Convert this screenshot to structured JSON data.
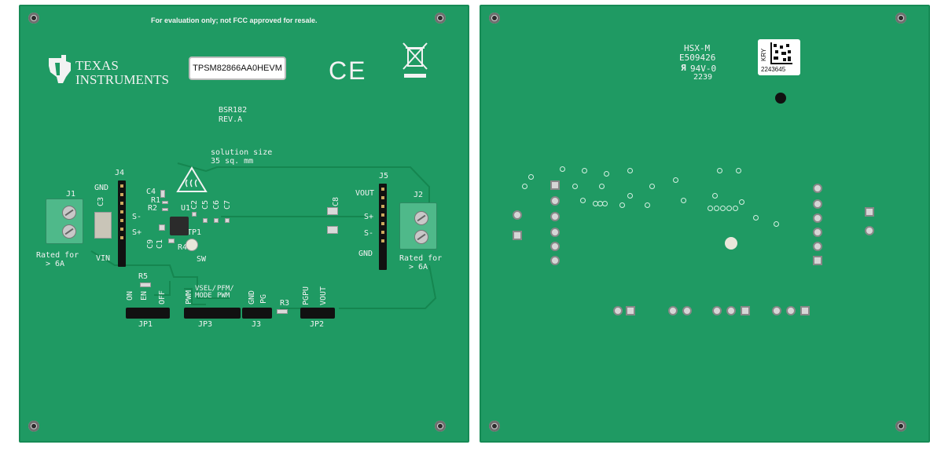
{
  "front": {
    "header_note": "For evaluation only; not FCC approved for resale.",
    "logo_line1": "TEXAS",
    "logo_line2": "INSTRUMENTS",
    "sticker": "TPSM82866AA0HEVM",
    "ce_mark": "CE",
    "board_id": "BSR182",
    "revision": "REV.A",
    "solution_size_1": "solution size",
    "solution_size_2": "35 sq. mm",
    "refs": {
      "j1": "J1",
      "j2": "J2",
      "j3": "J3",
      "j4": "J4",
      "j5": "J5",
      "c1": "C1",
      "c2": "C2",
      "c3": "C3",
      "c4": "C4",
      "c5": "C5",
      "c6": "C6",
      "c7": "C7",
      "c8": "C8",
      "c9": "C9",
      "r1": "R1",
      "r2": "R2",
      "r3": "R3",
      "r4": "R4",
      "r5": "R5",
      "u1": "U1",
      "tp1": "TP1",
      "sw": "SW",
      "jp1": "JP1",
      "jp2": "JP2",
      "jp3": "JP3"
    },
    "pins": {
      "gnd_left": "GND",
      "s_minus_left": "S-",
      "s_plus_left": "S+",
      "vin": "VIN",
      "vout_right": "VOUT",
      "s_plus_right": "S+",
      "s_minus_right": "S-",
      "gnd_right": "GND",
      "on": "ON",
      "en": "EN",
      "off": "OFF",
      "pwm": "PWM",
      "vsel_mode": "VSEL/\nMODE",
      "pfm_pwm": "PFM/\nPWM",
      "gnd_j3": "GND",
      "pg": "PG",
      "pgpu": "PGPU",
      "vout_jp2": "VOUT"
    },
    "rated_left_1": "Rated for",
    "rated_left_2": "> 6A",
    "rated_right_1": "Rated for",
    "rated_right_2": "> 6A"
  },
  "back": {
    "mfg_1": "HSX-M",
    "mfg_2": "E509426",
    "mfg_3": "94V-0",
    "date_code": "2239",
    "datamatrix_top": "KRY",
    "datamatrix_code": "2243645"
  },
  "colors": {
    "pcb": "#1f9a63",
    "silkscreen": "#f2f2f2",
    "terminal": "#4fb98a"
  }
}
